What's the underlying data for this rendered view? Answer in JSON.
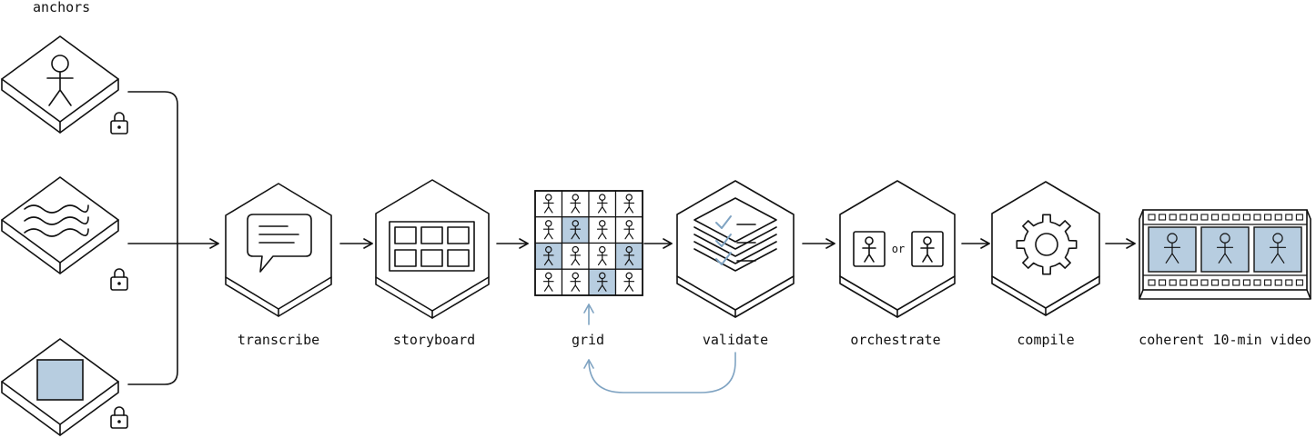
{
  "labels": {
    "anchors": "anchors",
    "transcribe": "transcribe",
    "storyboard": "storyboard",
    "grid": "grid",
    "validate": "validate",
    "orchestrate": "orchestrate",
    "orchestrate_or": "or",
    "compile": "compile",
    "output": "coherent 10-min video"
  },
  "colors": {
    "ink": "#111111",
    "accent_fill": "#b7cde0",
    "accent_stroke": "#7fa3c2",
    "background": "#ffffff"
  },
  "grid": {
    "rows": 4,
    "cols": 4,
    "highlighted_cells": [
      [
        1,
        1
      ],
      [
        2,
        0
      ],
      [
        2,
        3
      ],
      [
        3,
        2
      ]
    ]
  },
  "icons": {
    "anchor_1": "stick-figure-icon",
    "anchor_2": "wave-icon",
    "anchor_3": "square-icon",
    "lock": "lock-icon",
    "transcribe": "speech-bubble-icon",
    "storyboard": "storyboard-panels-icon",
    "validate": "checklist-stack-icon",
    "orchestrate": "character-cards-icon",
    "compile": "gear-icon",
    "output": "film-strip-icon"
  }
}
